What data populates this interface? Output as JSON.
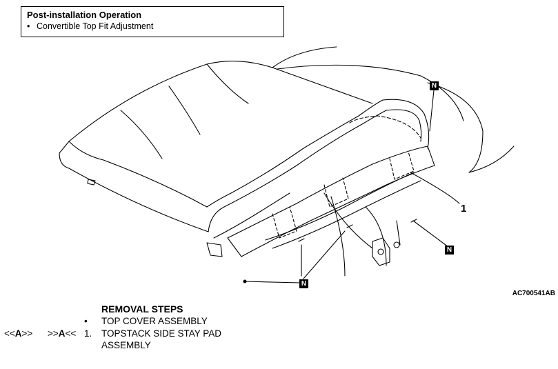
{
  "post_installation": {
    "title": "Post-installation Operation",
    "items": [
      "Convertible Top Fit Adjustment"
    ]
  },
  "figure": {
    "callouts": {
      "n_label": "N",
      "part_1": "1"
    },
    "code": "AC700541AB"
  },
  "removal_steps": {
    "heading": "REMOVAL STEPS",
    "bullet": "•",
    "step_bullet_text": "TOP COVER ASSEMBLY",
    "step1": {
      "ref_left_prefix": "<<",
      "ref_left_letter": "A",
      "ref_left_suffix": ">>",
      "ref_right_prefix": ">>",
      "ref_right_letter": "A",
      "ref_right_suffix": "<<",
      "number": "1.",
      "text_line1": "TOPSTACK SIDE STAY PAD",
      "text_line2": "ASSEMBLY"
    }
  }
}
